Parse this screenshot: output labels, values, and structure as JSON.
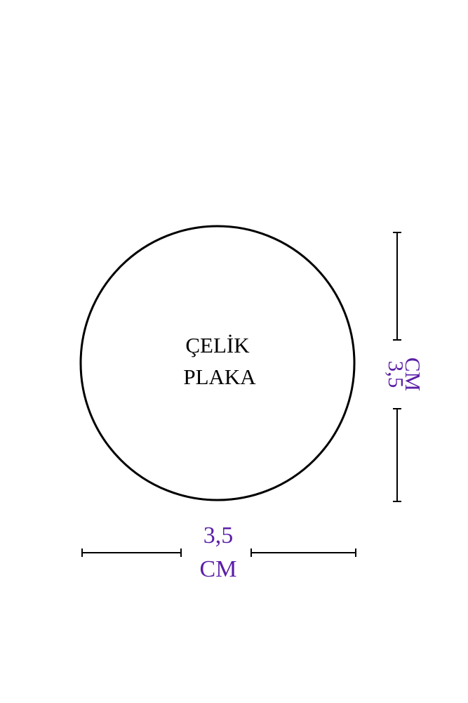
{
  "plate": {
    "line1": "ÇELİK",
    "line2": "PLAKA"
  },
  "width_dimension": {
    "value": "3,5",
    "unit": "CM"
  },
  "height_dimension": {
    "value": "3,5",
    "unit": "CM"
  },
  "colors": {
    "outline": "#000000",
    "dimension_text": "#5b1fa6",
    "plate_text": "#000000",
    "background": "#ffffff"
  }
}
